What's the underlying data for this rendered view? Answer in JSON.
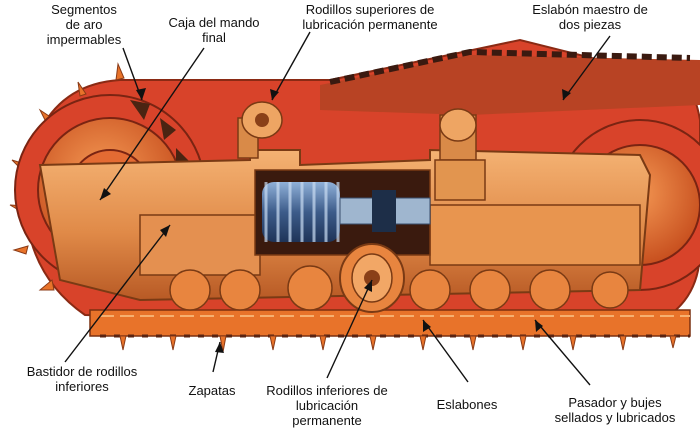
{
  "labels": {
    "seal_segments": [
      "Segmentos",
      "de aro",
      "impermables"
    ],
    "final_drive_case": [
      "Caja del mando",
      "final"
    ],
    "upper_rollers": [
      "Rodillos superiores de",
      "lubricación permanente"
    ],
    "master_link": [
      "Eslabón maestro de",
      "dos piezas"
    ],
    "roller_frame": [
      "Bastidor de rodillos",
      "inferiores"
    ],
    "shoes": [
      "Zapatas"
    ],
    "lower_rollers": [
      "Rodillos inferiores de",
      "lubricación",
      "permanente"
    ],
    "links": [
      "Eslabones"
    ],
    "pins_bushings": [
      "Pasador y bujes",
      "sellados y lubricados"
    ]
  },
  "colors": {
    "track_orange": "#e8732a",
    "track_red": "#d8432a",
    "frame_gold": "#e29a55",
    "spring_blue": "#3d5c8a",
    "shadow_dark": "#5a2412",
    "background": "#ffffff"
  }
}
